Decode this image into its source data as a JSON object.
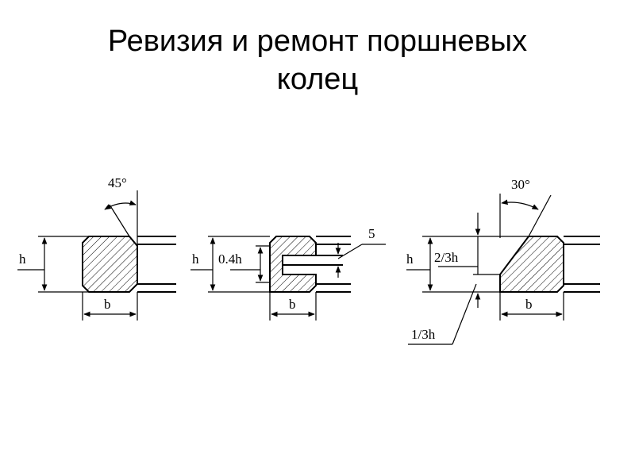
{
  "title": {
    "line1": "Ревизия и ремонт поршневых",
    "line2": "колец"
  },
  "diagram": {
    "ring1": {
      "angle": "45°",
      "height": "h",
      "width": "b"
    },
    "ring2": {
      "height": "h",
      "step": "0.4h",
      "groove": "5",
      "width": "b"
    },
    "ring3": {
      "angle": "30°",
      "height": "h",
      "upper": "2/3h",
      "lower": "1/3h",
      "width": "b"
    }
  }
}
